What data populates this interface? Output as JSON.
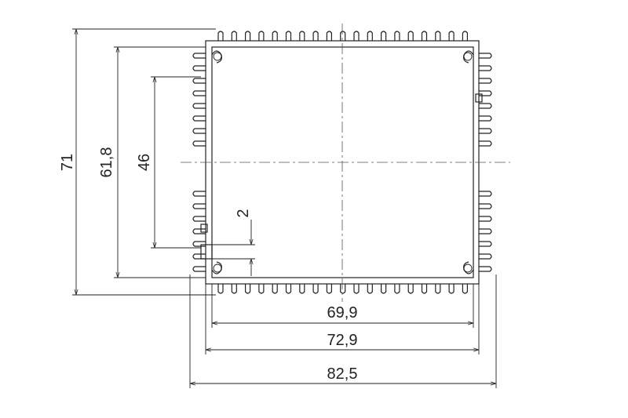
{
  "drawing": {
    "type": "heatsink-profile-cross-section",
    "dimensions": {
      "overall_height": "71",
      "inner_height": "61,8",
      "center_height": "46",
      "slot_height": "2",
      "inner_width": "69,9",
      "body_width": "72,9",
      "overall_width": "82,5"
    },
    "colors": {
      "line": "#222222",
      "centerline": "#555555",
      "background": "#ffffff"
    }
  }
}
